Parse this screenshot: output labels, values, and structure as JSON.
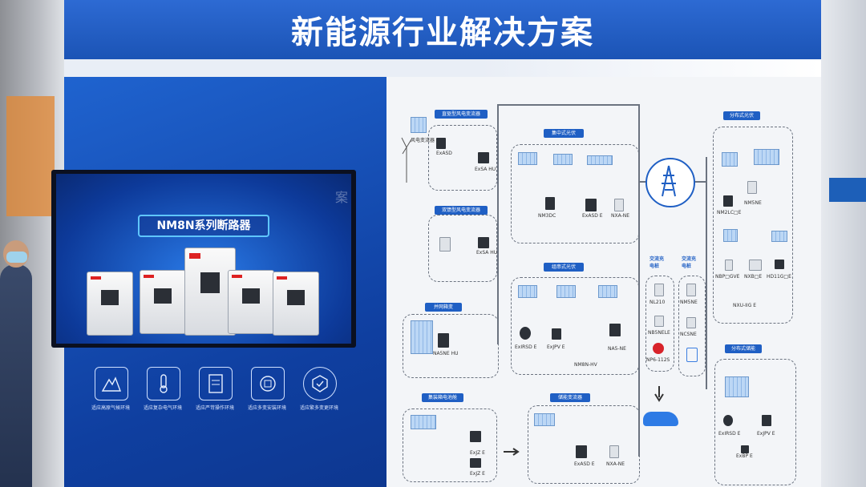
{
  "board": {
    "title": "新能源行业解决方案"
  },
  "monitor": {
    "product_title": "NM8N系列断路器",
    "ghost_text": "案"
  },
  "feature_icons": [
    {
      "icon": "mountain-icon",
      "caption": "适应高原气候环境"
    },
    {
      "icon": "thermometer-icon",
      "caption": "适应复杂电气环境"
    },
    {
      "icon": "document-icon",
      "caption": "适应严苛操作环境"
    },
    {
      "icon": "chip-icon",
      "caption": "适应多变安装环境"
    },
    {
      "icon": "badge-icon",
      "caption": "适应繁多变更环境"
    }
  ],
  "diagram": {
    "sections": {
      "wind_direct": "直驱型风电变流器",
      "wind_doubly": "双馈型风电变流器",
      "central_pv": "集中式光伏",
      "string_pv": "组串式光伏",
      "grid_connect": "并网箱变",
      "containerized_battery": "集装箱电池舱",
      "storage_converter": "储能变流器",
      "ac_charging_1": "交流充电桩",
      "ac_charging_2": "交流充电桩",
      "distributed_pv": "分布式光伏",
      "distributed_storage": "分布式储能"
    },
    "labels": {
      "wind_turbine": "风电变流器",
      "exasd": "ExASD",
      "exasd_hu": "ExSA HU",
      "exsa_hu": "ExSA HU",
      "nm3dc": "NM3DC",
      "exasd_e": "ExASD E",
      "nxa_ne": "NXA-NE",
      "na5ne_hu": "NA5NE HU",
      "exirsd_e": "ExIRSD E",
      "exjpv_e": "ExJPV E",
      "na5_ne": "NA5-NE",
      "nm8n_hv": "NM8N-HV",
      "nl210": "NL210",
      "nb5nele": "NB5NELE",
      "np6_112s": "NP6-112S",
      "nm5ne": "NM5NE",
      "ncsne": "NCSNE",
      "nm2lc_e": "NM2LC□E",
      "nm5ne_2": "NM5NE",
      "nbp_gve": "NBP□GVE",
      "nxb_e": "NXB□E",
      "hd11g_e": "HD11G□E",
      "nxu_e": "NXU-IIG E",
      "exirsd_e_2": "ExIRSD E",
      "exjpv_e_2": "ExJPV E",
      "exbp_e": "ExBP E",
      "exjz_e": "ExJZ E",
      "exjz_e_2": "ExJZ E",
      "exasd_e_2": "ExASD E",
      "nxa_ne_2": "NXA-NE"
    }
  },
  "colors": {
    "board_blue": "#1b56b6",
    "label_blue": "#1f5fc4",
    "panel_white": "#f3f5f8"
  }
}
